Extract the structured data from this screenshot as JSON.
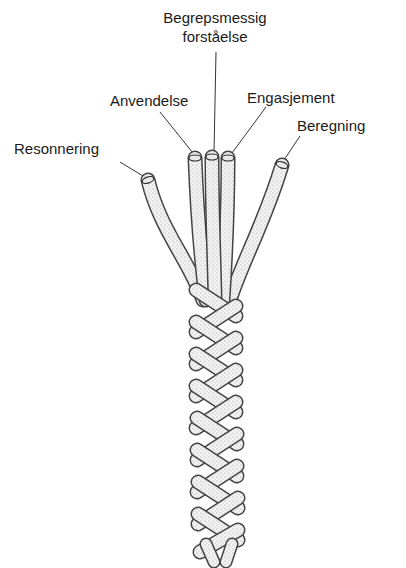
{
  "diagram": {
    "labels": [
      "Begrepsmessig forståelse",
      "Anvendelse",
      "Engasjement",
      "Beregning",
      "Resonnering"
    ]
  }
}
